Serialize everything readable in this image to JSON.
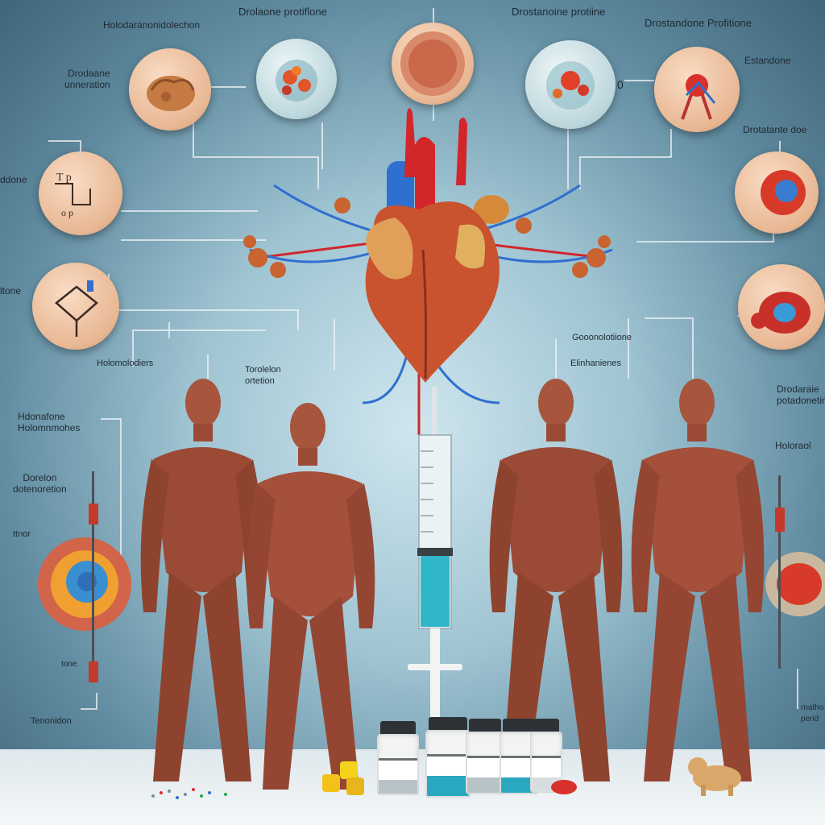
{
  "labels": {
    "top_left": "Holodaranonidolechon",
    "top_center_left": "Drolaone protiflone",
    "top_center_right": "Drostanoine protiine",
    "top_right": "Drostandone Profitione",
    "upper_left": "Drodaane\nunneration",
    "upper_right": "Estandone",
    "mid_right": "Drotatante doe",
    "left_1": "ddone",
    "left_2": "ltone",
    "left_3": "Holomolodiers",
    "center_left": "Torolelon\nortetion",
    "center_right_1": "Gooonolotiione",
    "center_right_2": "Elinhanienes",
    "left_block_1": "Hdonafone\nHolomnmohes",
    "left_block_2": "Dorelon\ndotenoretion",
    "left_block_3": "ttnor",
    "left_bottom": "Tenonidon",
    "left_small": "tone",
    "right_block_1": "Drodaraie\npotadonetin",
    "right_block_2": "Holoraol",
    "right_bottom": "rnatho\nperid",
    "small_mark": "0"
  },
  "colors": {
    "muscle": "#9b4a36",
    "heart": "#c9532f",
    "artery": "#d2262b",
    "vein": "#2f6fd0",
    "syringe_liquid": "#2fb6c9"
  }
}
